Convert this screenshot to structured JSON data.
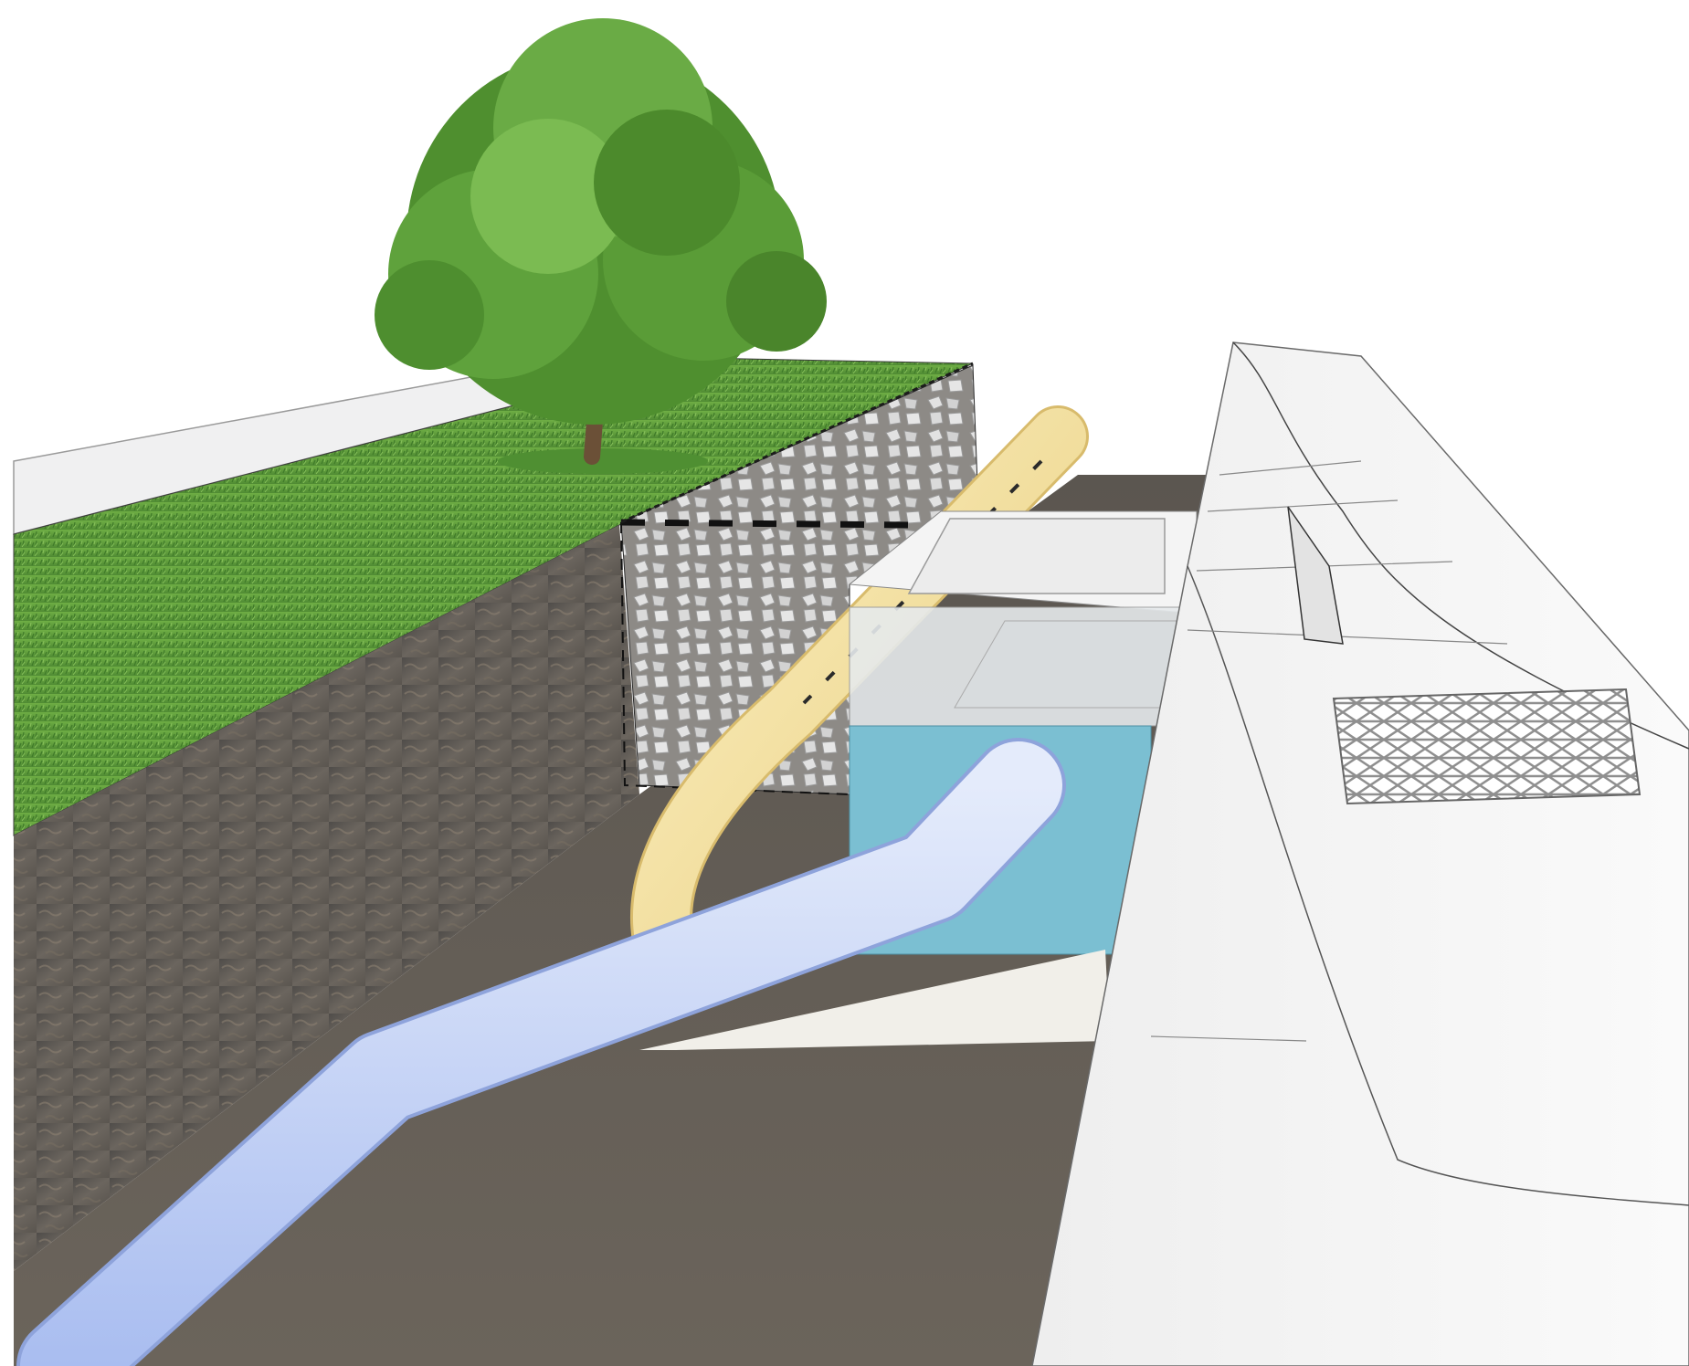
{
  "scene": {
    "description_labels": [],
    "layers": [
      {
        "id": "sidewalk"
      },
      {
        "id": "lawn"
      },
      {
        "id": "tree"
      },
      {
        "id": "soil-section"
      },
      {
        "id": "gravel-trench"
      },
      {
        "id": "perforated-pipe"
      },
      {
        "id": "catch-basin"
      },
      {
        "id": "outlet-pipe"
      },
      {
        "id": "road-gutter"
      },
      {
        "id": "grate"
      }
    ]
  },
  "palette": {
    "grass": "#5d9a3c",
    "soil": "#5e5a55",
    "gravel": "#cfcfcf",
    "perforated_pipe": "#f6e3a4",
    "outlet_pipe": "#c5d3f5",
    "basin_water": "#7bbfd2",
    "concrete": "#f2f2f2"
  }
}
